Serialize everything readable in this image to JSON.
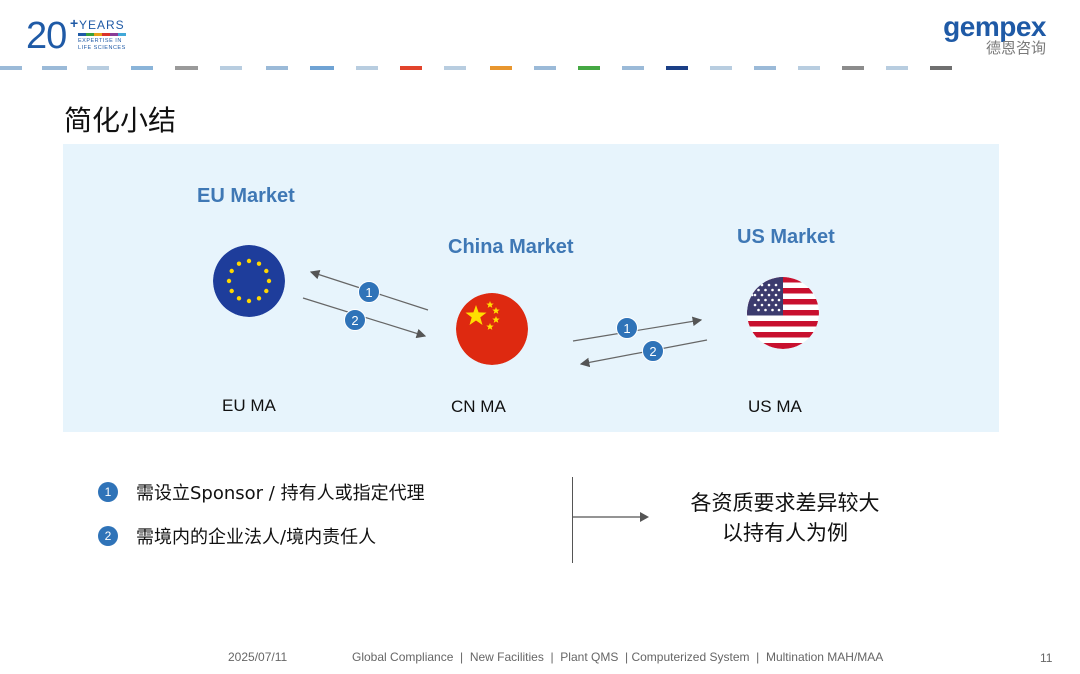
{
  "header": {
    "logo_left": {
      "big": "20",
      "plus": "+",
      "years": "YEARS",
      "sub1": "EXPERTISE IN",
      "sub2": "LIFE SCIENCES"
    },
    "logo_right": {
      "brand": "gempex",
      "cn": "德恩咨询"
    }
  },
  "title": "简化小结",
  "diagram": {
    "eu": {
      "market": "EU Market",
      "ma": "EU MA"
    },
    "cn": {
      "market": "China Market",
      "ma": "CN MA"
    },
    "us": {
      "market": "US Market",
      "ma": "US MA"
    },
    "badges": {
      "one": "1",
      "two": "2"
    }
  },
  "legend": {
    "item1": {
      "badge": "1",
      "text": "需设立Sponsor / 持有人或指定代理"
    },
    "item2": {
      "badge": "2",
      "text": "需境内的企业法人/境内责任人"
    }
  },
  "conclusion": {
    "line1": "各资质要求差异较大",
    "line2": "以持有人为例"
  },
  "footer": {
    "date": "2025/07/11",
    "topics": "Global Compliance  |  New Facilities  |  Plant QMS  | Computerized System  |  Multination MAH/MAA",
    "page": "11"
  },
  "colors": {
    "accent": "#2f73b8",
    "panel": "#e7f4fc",
    "market_text": "#3f78b5",
    "brand": "#1f5aa6"
  }
}
